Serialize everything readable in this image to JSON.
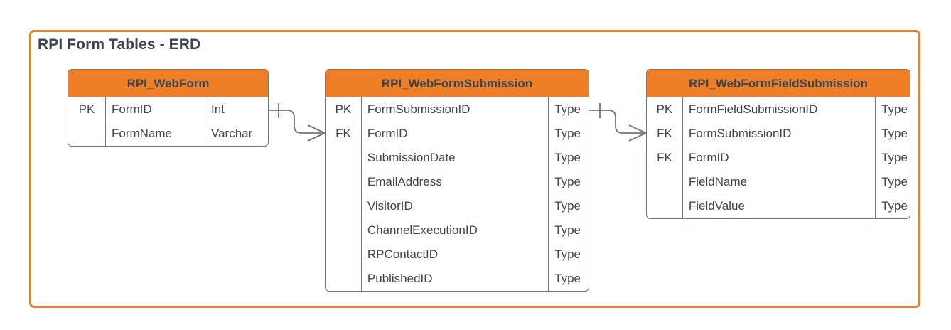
{
  "diagram": {
    "title": "RPI Form Tables - ERD",
    "border_color": "#EE7F26",
    "header_color": "#EE7F26",
    "text_color": "#3D4551",
    "line_color": "#6E7585"
  },
  "entities": [
    {
      "id": "rpi-webform",
      "name": "RPI_WebForm",
      "columns": [
        {
          "key": "PK",
          "name": "FormID",
          "type": "Int"
        },
        {
          "key": "",
          "name": "FormName",
          "type": "Varchar"
        }
      ]
    },
    {
      "id": "rpi-webformsubmission",
      "name": "RPI_WebFormSubmission",
      "columns": [
        {
          "key": "PK",
          "name": "FormSubmissionID",
          "type": "Type"
        },
        {
          "key": "FK",
          "name": "FormID",
          "type": "Type"
        },
        {
          "key": "",
          "name": "SubmissionDate",
          "type": "Type"
        },
        {
          "key": "",
          "name": "EmailAddress",
          "type": "Type"
        },
        {
          "key": "",
          "name": "VisitorID",
          "type": "Type"
        },
        {
          "key": "",
          "name": "ChannelExecutionID",
          "type": "Type"
        },
        {
          "key": "",
          "name": "RPContactID",
          "type": "Type"
        },
        {
          "key": "",
          "name": "PublishedID",
          "type": "Type"
        }
      ]
    },
    {
      "id": "rpi-webformfieldsubmission",
      "name": "RPI_WebFormFieldSubmission",
      "columns": [
        {
          "key": "PK",
          "name": "FormFieldSubmissionID",
          "type": "Type"
        },
        {
          "key": "FK",
          "name": "FormSubmissionID",
          "type": "Type"
        },
        {
          "key": "FK",
          "name": "FormID",
          "type": "Type"
        },
        {
          "key": "",
          "name": "FieldName",
          "type": "Type"
        },
        {
          "key": "",
          "name": "FieldValue",
          "type": "Type"
        }
      ]
    }
  ],
  "relationships": [
    {
      "id": "webform-to-submission",
      "from_entity": "RPI_WebForm",
      "from_cardinality": "one",
      "to_entity": "RPI_WebFormSubmission",
      "to_cardinality": "many"
    },
    {
      "id": "submission-to-fieldsubmission",
      "from_entity": "RPI_WebFormSubmission",
      "from_cardinality": "one",
      "to_entity": "RPI_WebFormFieldSubmission",
      "to_cardinality": "many"
    }
  ]
}
